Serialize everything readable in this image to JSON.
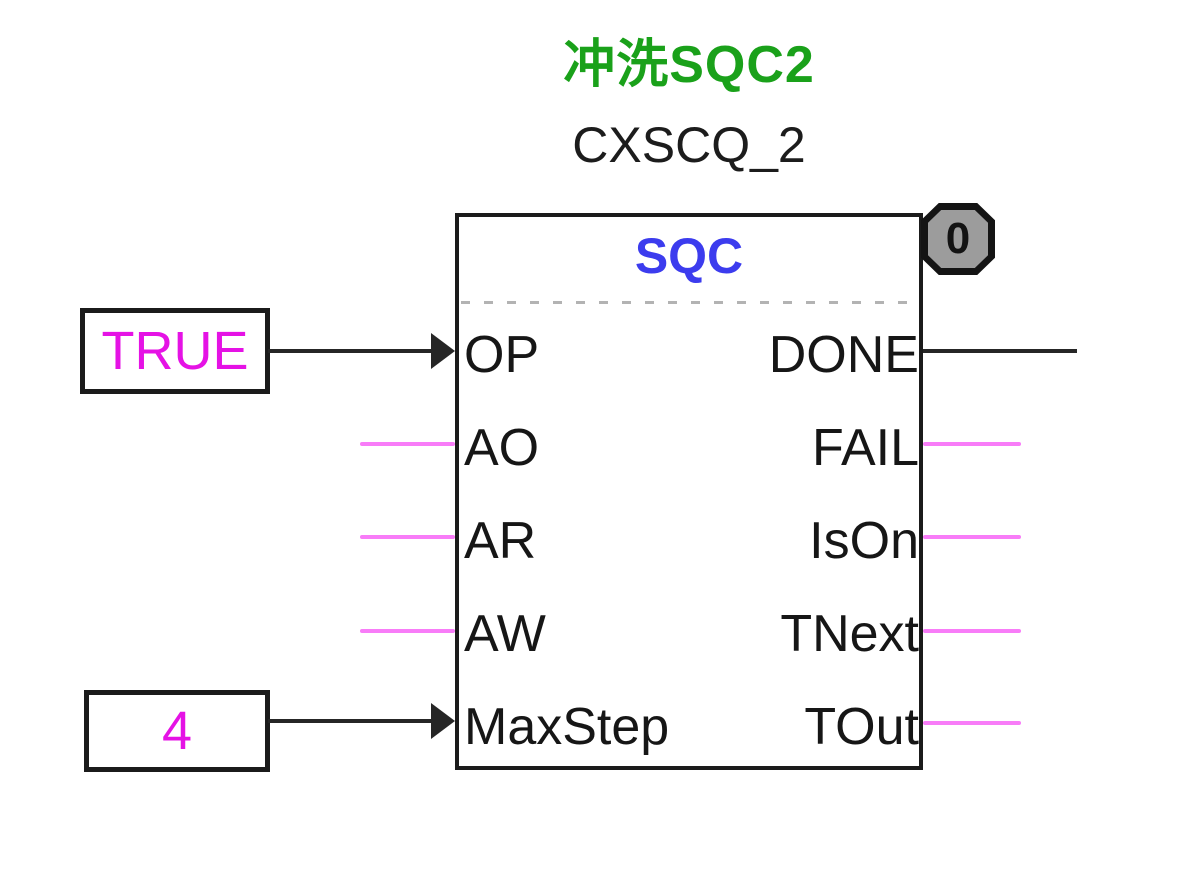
{
  "diagram": {
    "description": "冲洗SQC2",
    "instance_name": "CXSCQ_2",
    "block": {
      "type_label": "SQC",
      "exec_badge": "0",
      "inputs": [
        {
          "label": "OP",
          "connected": "TRUE"
        },
        {
          "label": "AO",
          "connected": ""
        },
        {
          "label": "AR",
          "connected": ""
        },
        {
          "label": "AW",
          "connected": ""
        },
        {
          "label": "MaxStep",
          "connected": "4"
        }
      ],
      "outputs": [
        {
          "label": "DONE",
          "connected": "wire"
        },
        {
          "label": "FAIL",
          "connected": ""
        },
        {
          "label": "IsOn",
          "connected": ""
        },
        {
          "label": "TNext",
          "connected": ""
        },
        {
          "label": "TOut",
          "connected": ""
        }
      ]
    },
    "constants": [
      {
        "value": "TRUE",
        "target": "OP"
      },
      {
        "value": "4",
        "target": "MaxStep"
      }
    ],
    "colors": {
      "description_green": "#1aa11a",
      "block_type_blue": "#3c3cee",
      "constant_magenta": "#e512e5",
      "stub_pink": "#f87cf8",
      "wire_black": "#262626",
      "badge_gray": "#9c9c9c"
    }
  }
}
